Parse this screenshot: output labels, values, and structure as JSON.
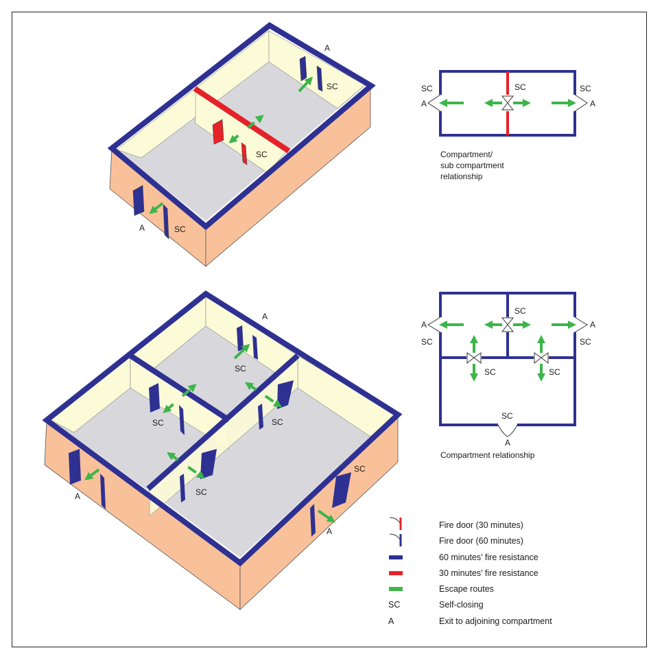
{
  "colors": {
    "wall": "#2e3192",
    "fire30": "#e52229",
    "escape": "#3cb54a",
    "floor": "#d8d8dc",
    "innerWall": "#fcfbd8",
    "outerWall": "#f9c19a"
  },
  "top_scene": {
    "label_a_back": "A",
    "label_sc_back": "SC",
    "label_sc_mid": "SC",
    "label_a_front": "A",
    "label_sc_front": "SC"
  },
  "bottom_scene": {
    "label_a_back": "A",
    "label_sc_back": "SC",
    "label_sc_left": "SC",
    "label_sc_mid": "SC",
    "label_sc_lower": "SC",
    "label_a_front": "A",
    "label_sc_right": "SC",
    "label_a_right": "A"
  },
  "plan1": {
    "sc_left": "SC",
    "a_left": "A",
    "sc_mid": "SC",
    "sc_right": "SC",
    "a_right": "A",
    "caption_1": "Compartment/",
    "caption_2": "sub compartment",
    "caption_3": "relationship"
  },
  "plan2": {
    "sc_top": "SC",
    "a_left": "A",
    "sc_left": "SC",
    "a_right": "A",
    "sc_right": "SC",
    "sc_mid_left": "SC",
    "sc_mid_right": "SC",
    "sc_bottom": "SC",
    "a_bottom": "A",
    "caption": "Compartment relationship"
  },
  "legend": [
    {
      "symbol": "",
      "label": "Fire door (30 minutes)"
    },
    {
      "symbol": "",
      "label": "Fire door (60 minutes)"
    },
    {
      "symbol": "",
      "label": "60 minutes’ fire resistance"
    },
    {
      "symbol": "",
      "label": "30 minutes’ fire resistance"
    },
    {
      "symbol": "",
      "label": "Escape routes"
    },
    {
      "symbol": "SC",
      "label": "Self-closing"
    },
    {
      "symbol": "A",
      "label": "Exit to adjoining compartment"
    }
  ]
}
